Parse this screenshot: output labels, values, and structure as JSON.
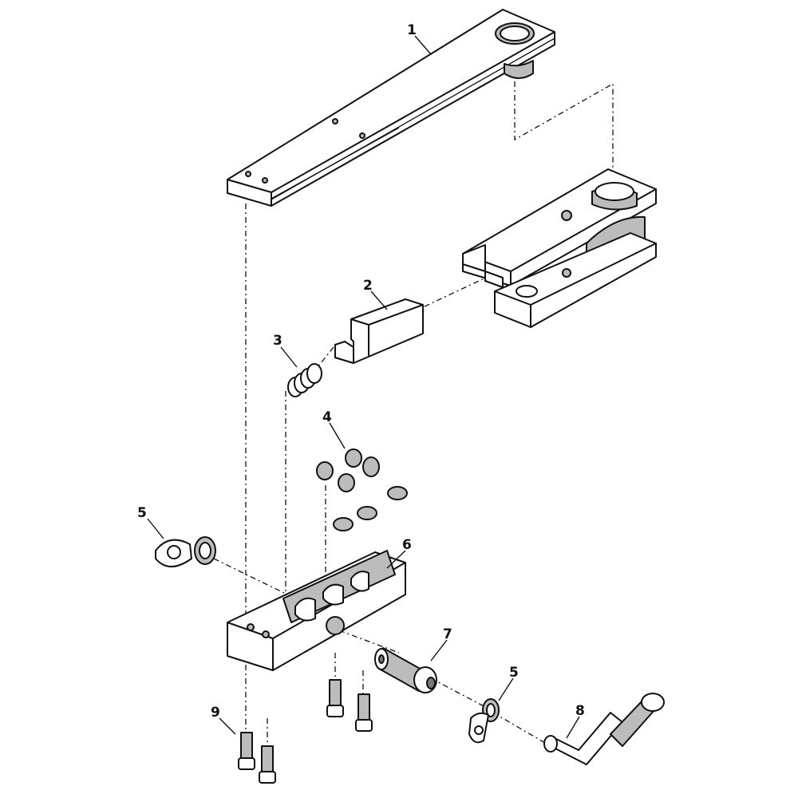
{
  "callouts": {
    "part_1": "1",
    "part_2": "2",
    "part_3": "3",
    "part_4": "4",
    "part_5_left": "5",
    "part_5_right": "5",
    "part_6": "6",
    "part_7": "7",
    "part_8": "8",
    "part_9": "9"
  }
}
